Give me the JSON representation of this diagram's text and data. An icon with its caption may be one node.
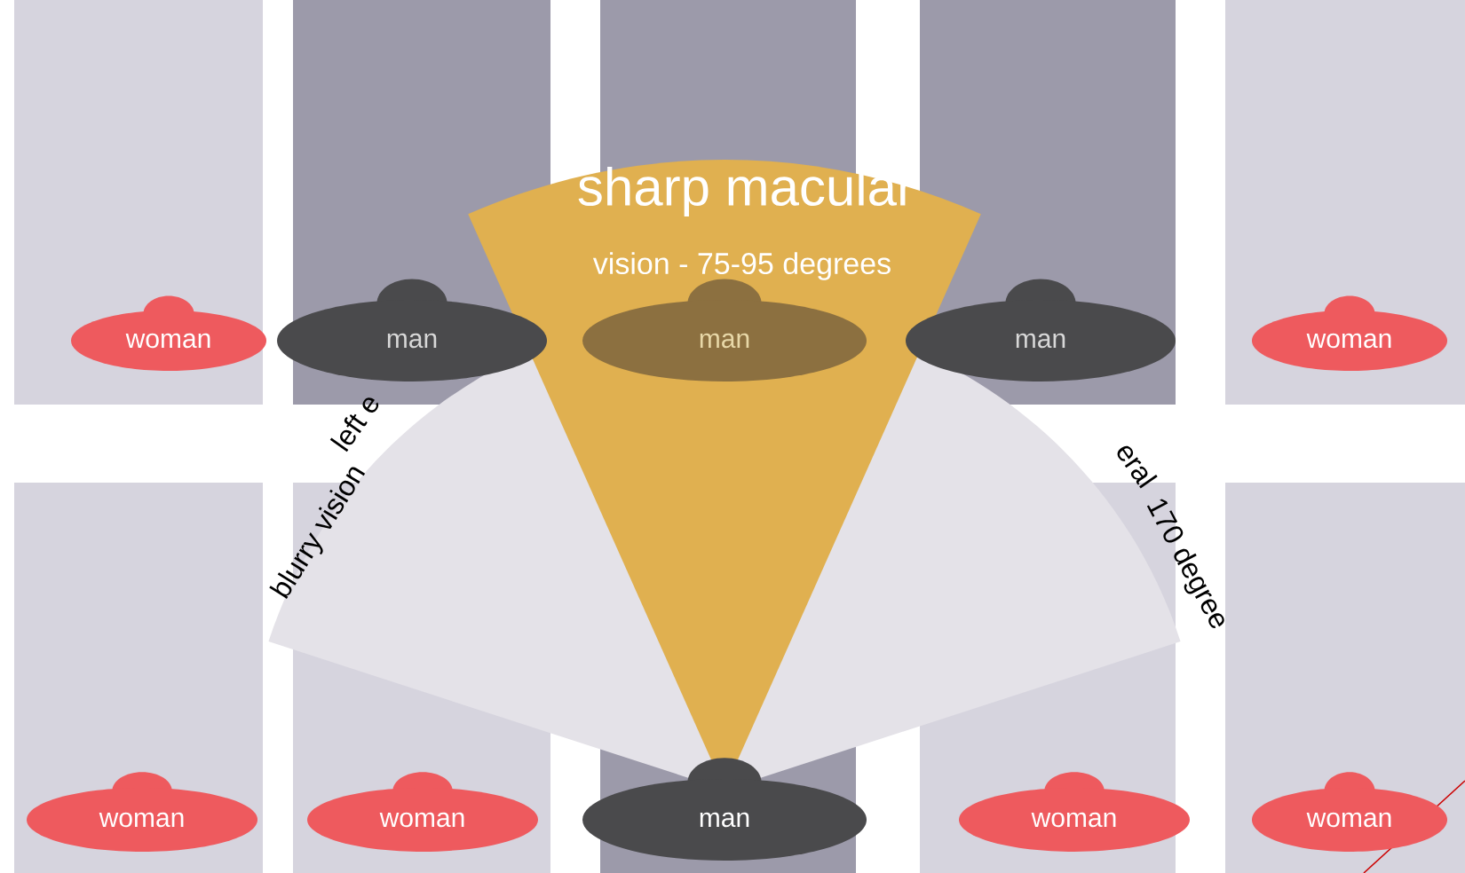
{
  "diagram": {
    "nodes": [
      {
        "text": [
          "woman"
        ]
      },
      {
        "text": [
          "man"
        ]
      },
      {
        "text": [
          "man"
        ]
      },
      {
        "text": [
          "man"
        ]
      },
      {
        "text": [
          "woman"
        ]
      },
      {
        "text": [
          "woman"
        ]
      },
      {
        "text": [
          "woman"
        ]
      },
      {
        "text": [
          "man"
        ]
      },
      {
        "text": [
          "woman"
        ]
      },
      {
        "text": [
          "woman"
        ]
      }
    ],
    "labels": [
      "sharp macular",
      "vision - 75-95 degrees",
      "left e",
      "blurry vision",
      "eral",
      "170 degree"
    ]
  }
}
